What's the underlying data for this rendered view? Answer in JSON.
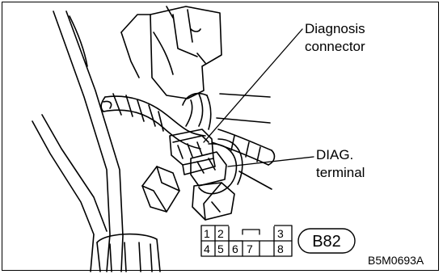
{
  "callouts": {
    "diagnosis_connector": [
      "Diagnosis",
      "connector"
    ],
    "diag_terminal": [
      "DIAG.",
      "terminal"
    ]
  },
  "connector_pinout": {
    "top_row": [
      "1",
      "2",
      "",
      "3"
    ],
    "bottom_row": [
      "4",
      "5",
      "6",
      "7",
      "8"
    ]
  },
  "connector_id": "B82",
  "figure_code": "B5M0693A",
  "colors": {
    "line": "#000000",
    "background": "#ffffff"
  }
}
